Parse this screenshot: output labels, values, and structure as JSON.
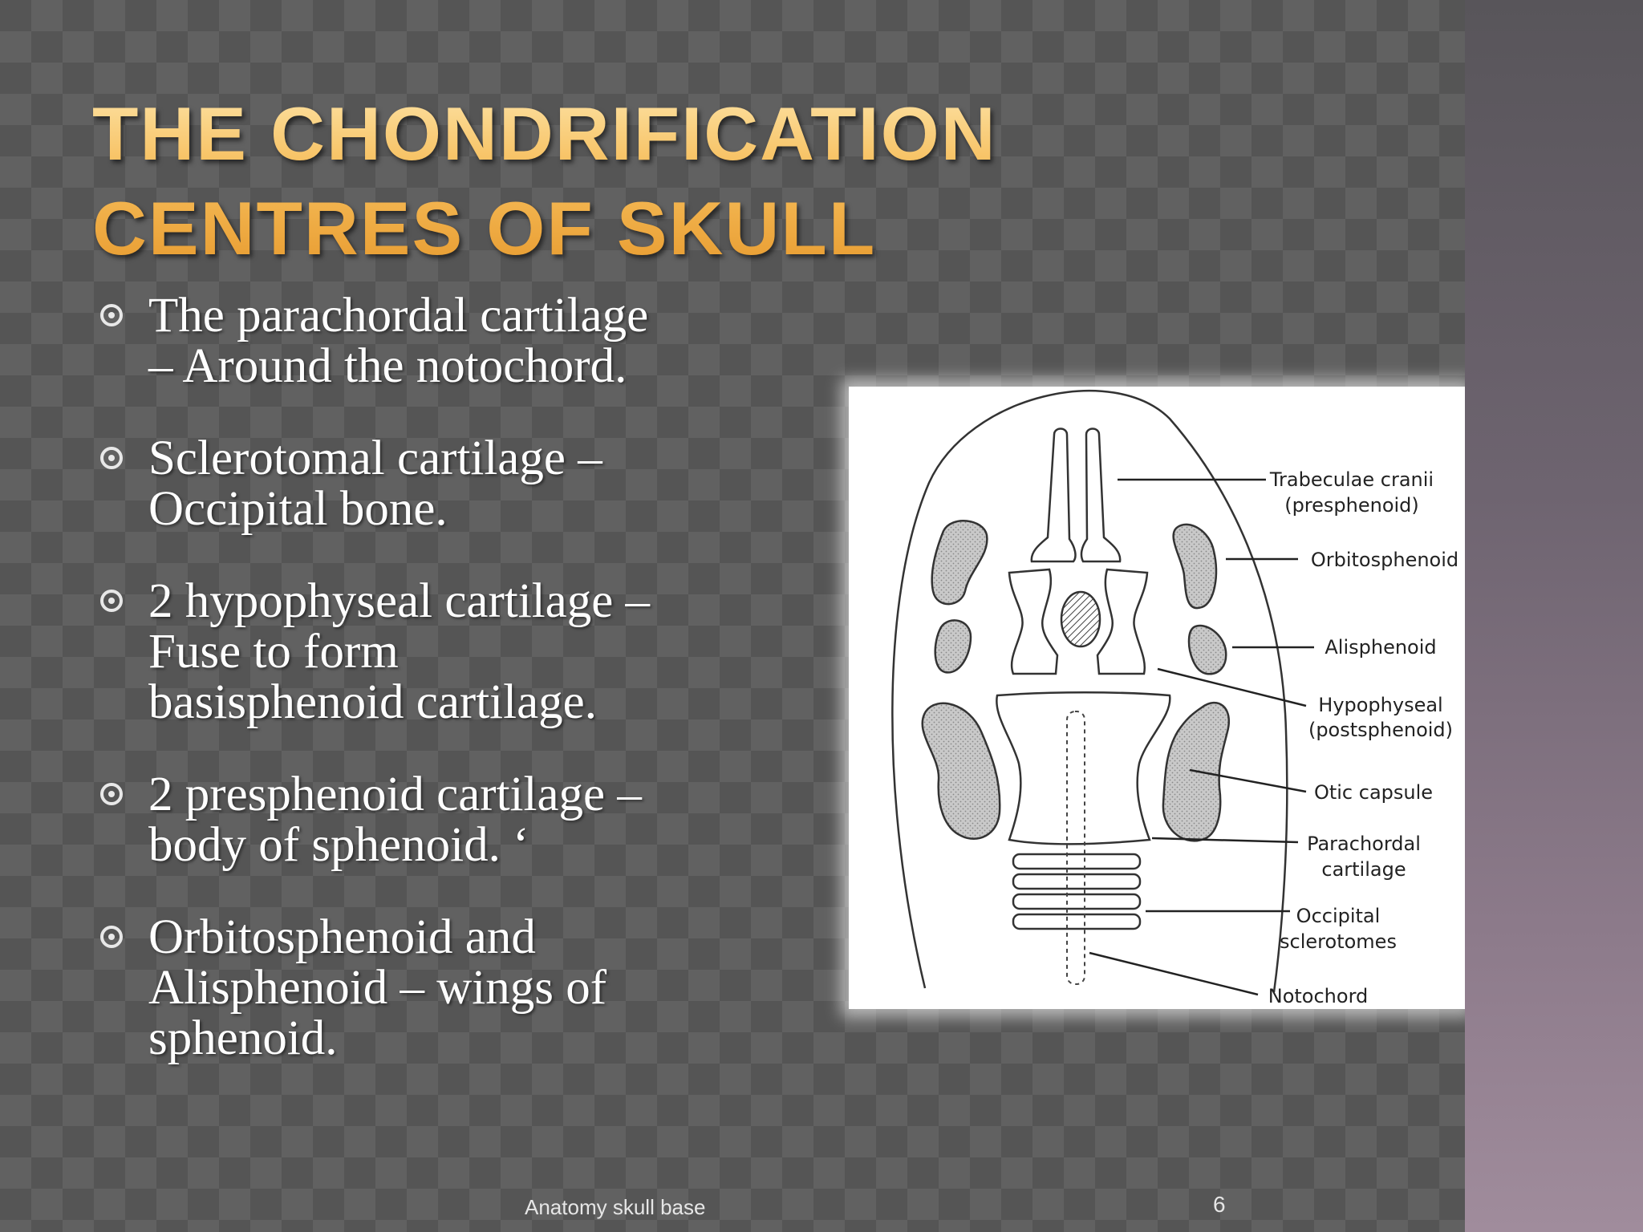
{
  "slide": {
    "title_lines": [
      "THE CHONDRIFICATION",
      "CENTRES OF SKULL"
    ],
    "bullets": [
      {
        "lines": [
          "The parachordal cartilage",
          "– Around the notochord."
        ]
      },
      {
        "lines": [
          "Sclerotomal cartilage –",
          "Occipital bone."
        ]
      },
      {
        "lines": [
          "2 hypophyseal cartilage –",
          "Fuse to form",
          "basisphenoid cartilage."
        ]
      },
      {
        "lines": [
          "2 presphenoid cartilage –",
          "body of sphenoid. ‘"
        ]
      },
      {
        "lines": [
          "Orbitosphenoid and",
          "Alisphenoid – wings of",
          "sphenoid."
        ]
      }
    ],
    "footer_text": "Anatomy skull base",
    "page_number": "6"
  },
  "figure": {
    "labels": {
      "trabeculae_1": "Trabeculae cranii",
      "trabeculae_2": "(presphenoid)",
      "orbitosphenoid": "Orbitosphenoid",
      "alisphenoid": "Alisphenoid",
      "hypophyseal_1": "Hypophyseal",
      "hypophyseal_2": "(postsphenoid)",
      "otic": "Otic capsule",
      "parachordal_1": "Parachordal",
      "parachordal_2": "cartilage",
      "occipital_1": "Occipital",
      "occipital_2": "sclerotomes",
      "notochord": "Notochord"
    }
  },
  "colors": {
    "title_gold": "#f2b24a",
    "body_text": "#ffffff",
    "figure_bg": "#ffffff"
  }
}
